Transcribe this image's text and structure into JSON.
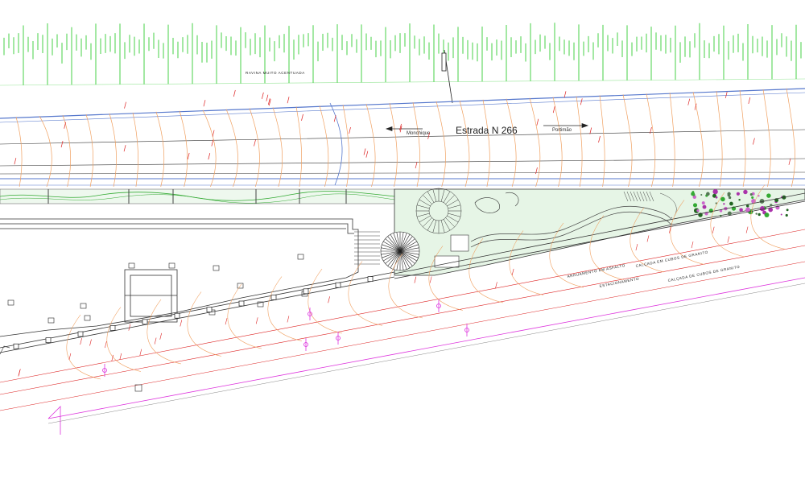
{
  "drawing": {
    "ravine_note": "RAVINA MUITO ACENTUADA",
    "road_name": "Estrada N 266",
    "direction_left": "Monchique",
    "direction_right": "Portimão",
    "parking_labels": [
      "ARRUAMENTO EM ASFALTO",
      "CALÇADA EM CUBOS DE GRANITO",
      "ESTACIONAMENTO",
      "CALÇADA DE CUBOS DE GRANITO"
    ]
  },
  "colors": {
    "hatch_green": "#33cc33",
    "contour_orange": "#f0a060",
    "edge_blue": "#5577cc",
    "magenta": "#dd33dd",
    "dimension_red": "#dd2222",
    "garden_fill": "#e6f5e6",
    "building_line": "#333333"
  }
}
